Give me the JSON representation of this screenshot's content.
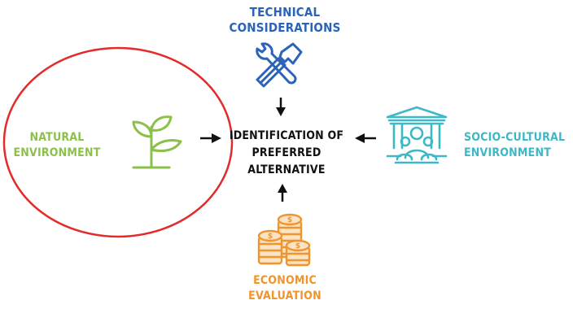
{
  "center": {
    "line1": "IDENTIFICATION OF",
    "line2": "PREFERRED",
    "line3": "ALTERNATIVE"
  },
  "technical": {
    "line1": "TECHNICAL",
    "line2": "CONSIDERATIONS"
  },
  "natural": {
    "line1": "NATURAL",
    "line2": "ENVIRONMENT"
  },
  "socio": {
    "line1": "SOCIO-CULTURAL",
    "line2": "ENVIRONMENT"
  },
  "economic": {
    "line1": "ECONOMIC",
    "line2": "EVALUATION"
  },
  "icons": {
    "technical": "tools-icon",
    "natural": "plant-sprout-icon",
    "socio": "building-people-icon",
    "economic": "coin-stacks-icon"
  },
  "colors": {
    "technical": "#2a63b8",
    "natural": "#8cc04b",
    "socio": "#3cb8c6",
    "economic": "#f0952e",
    "highlight": "#e32b2b",
    "center": "#111111"
  }
}
